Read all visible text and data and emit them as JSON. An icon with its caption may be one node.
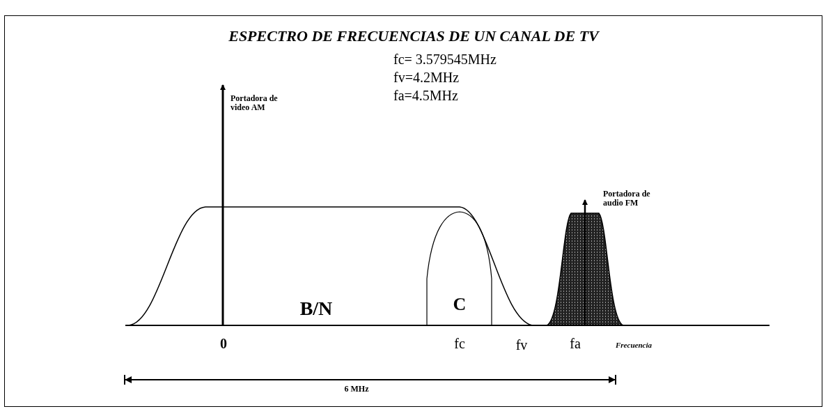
{
  "diagram": {
    "title": "ESPECTRO DE FRECUENCIAS DE UN CANAL DE TV",
    "labels": [
      "fc= 3.579545MHz",
      "fv=4.2MHz",
      "fa=4.5MHz",
      "Portadora de video AM",
      "Portadora de audio FM",
      "B/N",
      "C",
      "0",
      "fc",
      "fv",
      "fa",
      "Frecuencia",
      "6 MHz"
    ]
  }
}
